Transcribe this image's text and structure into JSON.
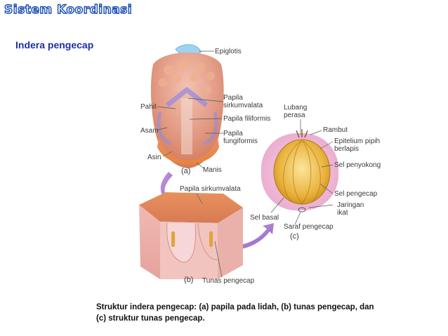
{
  "slide": {
    "title": "Sistem Koordinasi",
    "subtitle": "Indera pengecap"
  },
  "figure": {
    "labels": {
      "epiglotis": "Epiglotis",
      "papila_sirkumvalata": [
        "Papila",
        "sirkumvalata"
      ],
      "papila_filiformis": "Papila filiformis",
      "papila_fungiformis": [
        "Papila",
        "fungiformis"
      ],
      "pahit": "Pahit",
      "asam": "Asam",
      "asin": "Asin",
      "manis": "Manis",
      "fig_a": "(a)",
      "papila_sirkumvalata_b": "Papila sirkumvalata",
      "fig_b": "(b)",
      "tunas_pengecap": "Tunas pengecap",
      "lubang_perasa": [
        "Lubang",
        "perasa"
      ],
      "rambut": "Rambut",
      "epitelium": [
        "Epitelium pipih",
        "berlapis"
      ],
      "sel_penyokong": "Sel penyokong",
      "sel_pengecap": "Sel pengecap",
      "jaringan_ikat": [
        "Jaringan",
        "ikat"
      ],
      "sel_basal": "Sel basal",
      "saraf_pengecap": "Saraf pengecap",
      "fig_c": "(c)"
    }
  },
  "caption": {
    "line1": "Struktur indera pengecap: (a) papila pada lidah, (b) tunas pengecap, dan",
    "line2": "(c)  struktur tunas pengecap."
  }
}
